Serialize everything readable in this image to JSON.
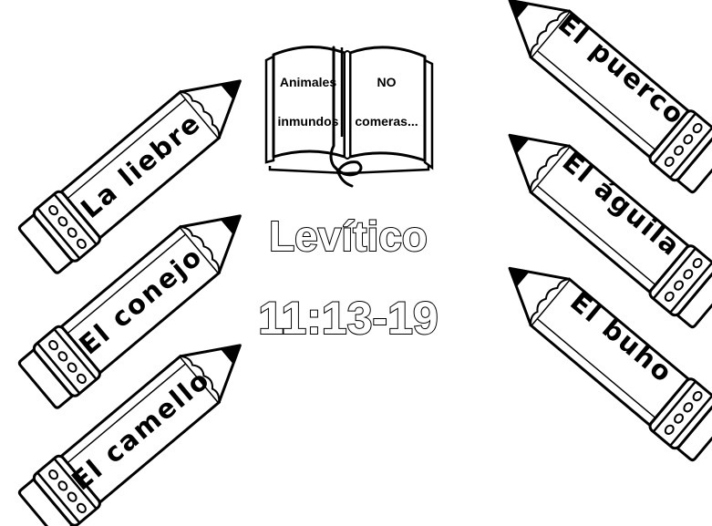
{
  "book": {
    "left_line1": "Animales",
    "left_line2": "inmundos",
    "right_line1": "NO",
    "right_line2": "comeras..."
  },
  "title": {
    "book_name": "Levítico",
    "reference": "11:13-19"
  },
  "pencils": {
    "left": [
      "La liebre",
      "El conejo",
      "El camello"
    ],
    "right": [
      "El puerco",
      "El águila",
      "El buho"
    ]
  },
  "colors": {
    "ink": "#000000",
    "paper": "#ffffff"
  }
}
